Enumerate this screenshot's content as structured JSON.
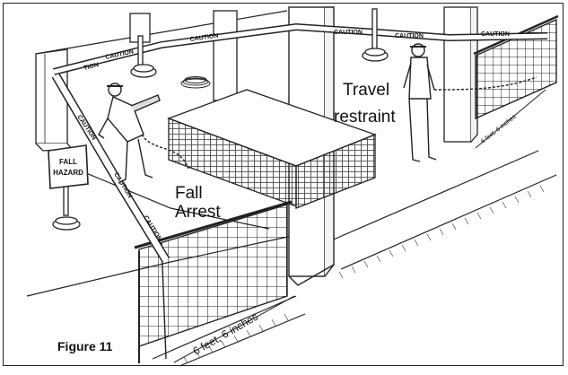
{
  "figure": {
    "caption": "Figure 11"
  },
  "labels": {
    "fall_arrest_line1": "Fall",
    "fall_arrest_line2": "Arrest",
    "travel_restraint_line1": "Travel",
    "travel_restraint_line2": "restraint",
    "dimension_front": "6 feet, 6 inches",
    "dimension_rear": "6 feet, 6 inches"
  },
  "signs": {
    "fall_hazard_line1": "FALL",
    "fall_hazard_line2": "HAZARD"
  },
  "tape": {
    "text": "CAUTION",
    "text_partial": "TION"
  }
}
